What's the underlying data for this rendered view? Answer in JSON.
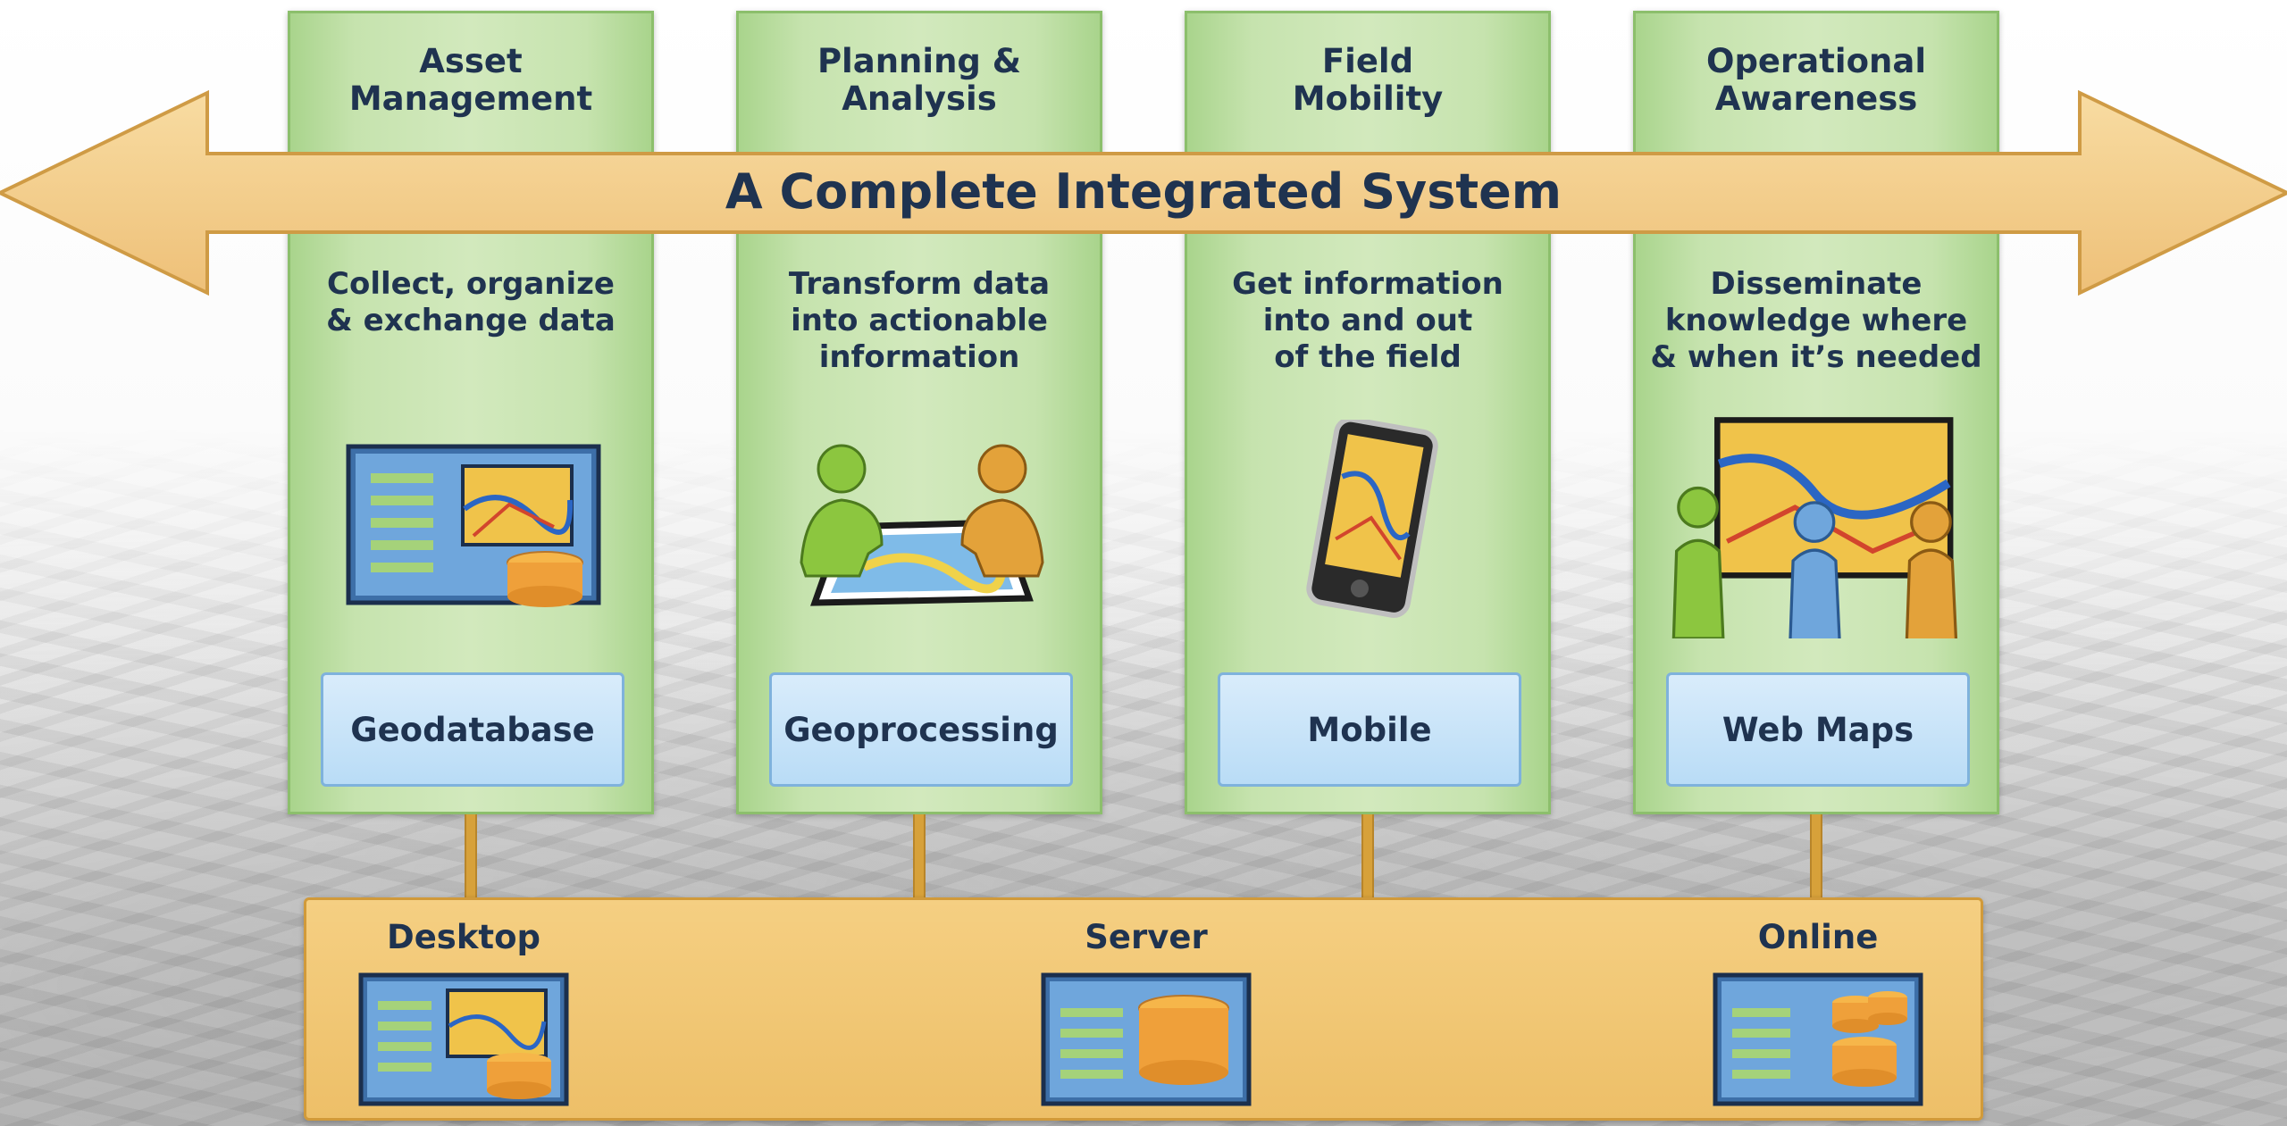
{
  "title": "A Complete Integrated System",
  "columns": [
    {
      "header": "Asset\nManagement",
      "description": "Collect, organize\n& exchange data",
      "technology": "Geodatabase",
      "icon": "geodatabase-map-icon"
    },
    {
      "header": "Planning &\nAnalysis",
      "description": "Transform data\ninto actionable\ninformation",
      "technology": "Geoprocessing",
      "icon": "people-analyzing-map-icon"
    },
    {
      "header": "Field\nMobility",
      "description": "Get information\ninto and out\nof the field",
      "technology": "Mobile",
      "icon": "mobile-device-icon"
    },
    {
      "header": "Operational\nAwareness",
      "description": "Disseminate\nknowledge where\n& when it’s needed",
      "technology": "Web Maps",
      "icon": "people-viewing-wall-map-icon"
    }
  ],
  "platforms": [
    {
      "label": "Desktop",
      "icon": "desktop-map-database-icon"
    },
    {
      "label": "Server",
      "icon": "server-database-icon"
    },
    {
      "label": "Online",
      "icon": "online-databases-icon"
    }
  ],
  "colors": {
    "column_green": "#c6e3ae",
    "arrow_gold": "#f3cf87",
    "tech_blue": "#b9dcf6",
    "text_navy": "#1f3350",
    "platform_orange": "#edbf68"
  }
}
